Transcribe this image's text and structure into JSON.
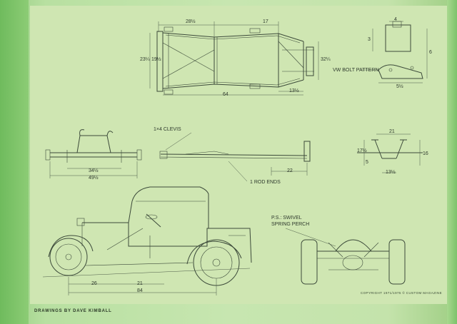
{
  "document": {
    "credit": "DRAWINGS BY DAVE KIMBALL",
    "copyright": "COPYRIGHT 1971/1975 © CUSTOM MAGAZINE"
  },
  "labels": {
    "vw_bolt_pattern": "VW BOLT PATTERN",
    "clevis": "1×4 CLEVIS",
    "rod_ends": "1 ROD ENDS",
    "ps_swivel": "P.S.: SWIVEL",
    "spring_perch": "SPRING PERCH"
  },
  "dimensions": {
    "frame_top_length_left": "28½",
    "frame_top_length_right": "17",
    "frame_width_left": "23¼",
    "frame_width_left_inner": "19½",
    "frame_width_right": "32¼",
    "frame_length": "64",
    "frame_rear_offset": "13½",
    "bolt_top": "4",
    "bolt_side": "3",
    "bolt_height": "6",
    "bolt_width": "5½",
    "front_axle_width": "34½",
    "front_axle_total": "49½",
    "side_frame_rear": "22",
    "rear_width_top": "21",
    "rear_height_left": "17½",
    "rear_height_inner": "5",
    "rear_height_right": "16",
    "rear_width_bottom": "13½",
    "car_len_front": "26",
    "car_len_mid": "21",
    "car_wheelbase": "84"
  },
  "colors": {
    "paper": "#cfe6b2",
    "margin_green": "#8ccc75",
    "ink": "#3c4a3a"
  }
}
